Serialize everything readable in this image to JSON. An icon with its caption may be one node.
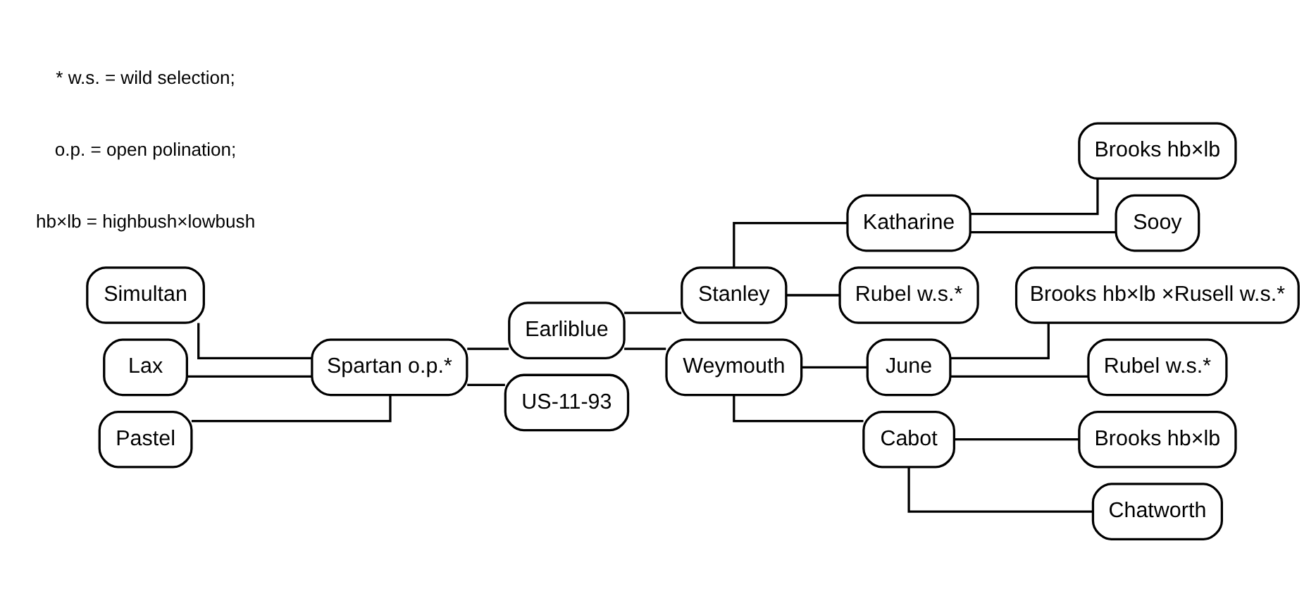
{
  "diagram": {
    "nodes": [
      {
        "text": [
          "Simultan"
        ]
      },
      {
        "text": [
          "Lax"
        ]
      },
      {
        "text": [
          "Pastel"
        ]
      },
      {
        "text": [
          "Spartan o.p.*"
        ]
      },
      {
        "text": [
          "Earliblue"
        ]
      },
      {
        "text": [
          "US-11-93"
        ]
      },
      {
        "text": [
          "Stanley"
        ]
      },
      {
        "text": [
          "Weymouth"
        ]
      },
      {
        "text": [
          "Katharine"
        ]
      },
      {
        "text": [
          "Rubel w.s.*"
        ]
      },
      {
        "text": [
          "June"
        ]
      },
      {
        "text": [
          "Cabot"
        ]
      },
      {
        "text": [
          "Brooks hb×lb"
        ]
      },
      {
        "text": [
          "Sooy"
        ]
      },
      {
        "text": [
          "Brooks hb×lb ×Rusell w.s.*"
        ]
      },
      {
        "text": [
          "Rubel w.s.*"
        ]
      },
      {
        "text": [
          "Brooks hb×lb"
        ]
      },
      {
        "text": [
          "Chatworth"
        ]
      }
    ],
    "edges": [
      {
        "from": 0,
        "to": 3,
        "arrow": "none"
      },
      {
        "from": 1,
        "to": 3,
        "arrow": "none"
      },
      {
        "from": 2,
        "to": 3,
        "arrow": "none"
      },
      {
        "from": 3,
        "to": 4,
        "arrow": "none"
      },
      {
        "from": 3,
        "to": 5,
        "arrow": "none"
      },
      {
        "from": 4,
        "to": 6,
        "arrow": "none"
      },
      {
        "from": 4,
        "to": 7,
        "arrow": "none"
      },
      {
        "from": 6,
        "to": 8,
        "arrow": "none"
      },
      {
        "from": 6,
        "to": 9,
        "arrow": "none"
      },
      {
        "from": 7,
        "to": 10,
        "arrow": "none"
      },
      {
        "from": 7,
        "to": 11,
        "arrow": "none"
      },
      {
        "from": 8,
        "to": 12,
        "arrow": "none"
      },
      {
        "from": 8,
        "to": 13,
        "arrow": "none"
      },
      {
        "from": 10,
        "to": 14,
        "arrow": "none"
      },
      {
        "from": 10,
        "to": 15,
        "arrow": "none"
      },
      {
        "from": 11,
        "to": 16,
        "arrow": "none"
      },
      {
        "from": 11,
        "to": 17,
        "arrow": "none"
      }
    ],
    "labels": [
      "* w.s. = wild selection;",
      "o.p. = open polination;",
      "hb×lb = highbush×lowbush"
    ]
  }
}
